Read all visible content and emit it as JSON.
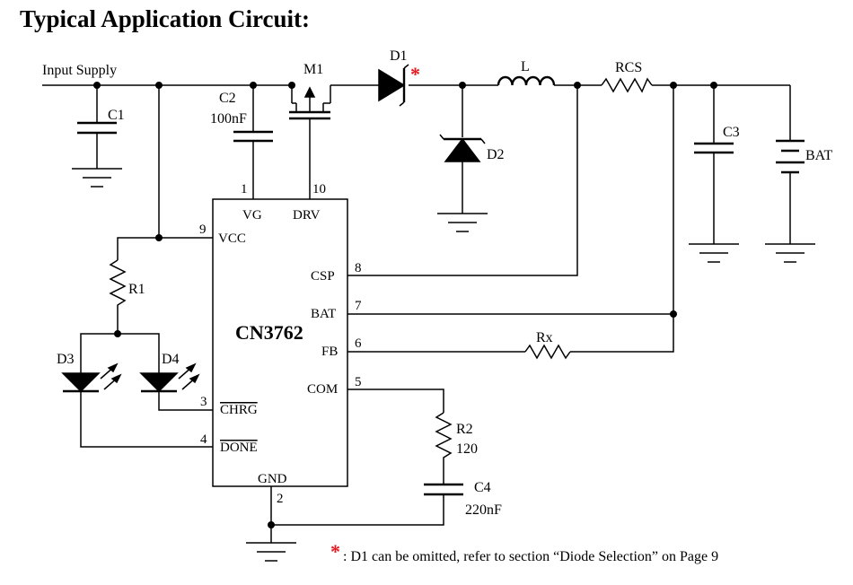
{
  "title": "Typical Application Circuit:",
  "labels": {
    "input_supply": "Input Supply",
    "c1": "C1",
    "c2": "C2",
    "c2_value": "100nF",
    "m1": "M1",
    "d1": "D1",
    "d1_marker": "*",
    "l": "L",
    "rcs": "RCS",
    "d2": "D2",
    "c3": "C3",
    "bat": "BAT",
    "r1": "R1",
    "d3": "D3",
    "d4": "D4",
    "rx": "Rx",
    "r2": "R2",
    "r2_value": "120",
    "c4": "C4",
    "c4_value": "220nF"
  },
  "ic": {
    "name": "CN3762",
    "pins": [
      {
        "number": "1",
        "name": "VG"
      },
      {
        "number": "10",
        "name": "DRV"
      },
      {
        "number": "9",
        "name": "VCC"
      },
      {
        "number": "8",
        "name": "CSP"
      },
      {
        "number": "7",
        "name": "BAT"
      },
      {
        "number": "6",
        "name": "FB"
      },
      {
        "number": "5",
        "name": "COM"
      },
      {
        "number": "3",
        "name": "CHRG"
      },
      {
        "number": "4",
        "name": "DONE"
      },
      {
        "number": "2",
        "name": "GND"
      }
    ]
  },
  "footnote": {
    "marker": "*",
    "text": ": D1 can be omitted, refer to section “Diode Selection” on Page 9"
  }
}
